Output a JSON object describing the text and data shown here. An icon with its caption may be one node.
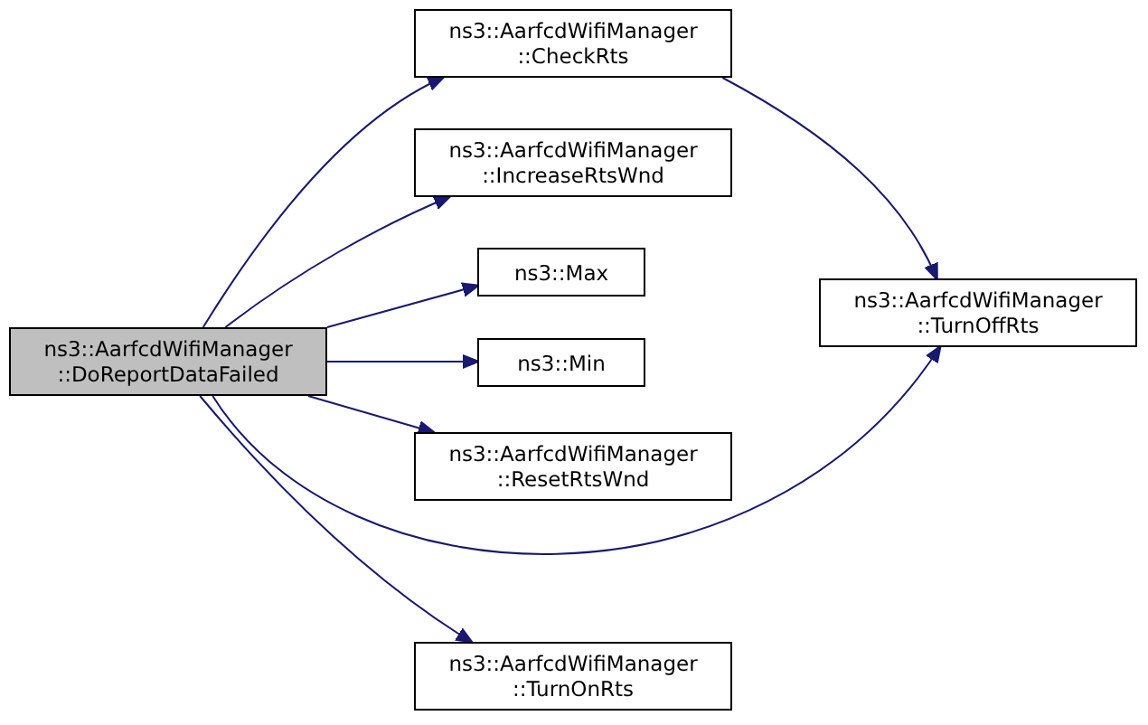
{
  "diagram": {
    "nodes": [
      {
        "text": [
          "ns3::AarfcdWifiManager ::DoReportDataFailed"
        ]
      },
      {
        "text": [
          "ns3::AarfcdWifiManager ::CheckRts"
        ]
      },
      {
        "text": [
          "ns3::AarfcdWifiManager ::IncreaseRtsWnd"
        ]
      },
      {
        "text": [
          "ns3::Max"
        ]
      },
      {
        "text": [
          "ns3::Min"
        ]
      },
      {
        "text": [
          "ns3::AarfcdWifiManager ::ResetRtsWnd"
        ]
      },
      {
        "text": [
          "ns3::AarfcdWifiManager ::TurnOffRts"
        ]
      },
      {
        "text": [
          "ns3::AarfcdWifiManager ::TurnOnRts"
        ]
      }
    ],
    "edges": [
      {
        "from": 0,
        "to": 1,
        "arrow": "to"
      },
      {
        "from": 0,
        "to": 2,
        "arrow": "to"
      },
      {
        "from": 0,
        "to": 3,
        "arrow": "to"
      },
      {
        "from": 0,
        "to": 4,
        "arrow": "to"
      },
      {
        "from": 0,
        "to": 5,
        "arrow": "to"
      },
      {
        "from": 0,
        "to": 6,
        "arrow": "to"
      },
      {
        "from": 0,
        "to": 7,
        "arrow": "to"
      },
      {
        "from": 1,
        "to": 6,
        "arrow": "to"
      }
    ]
  }
}
